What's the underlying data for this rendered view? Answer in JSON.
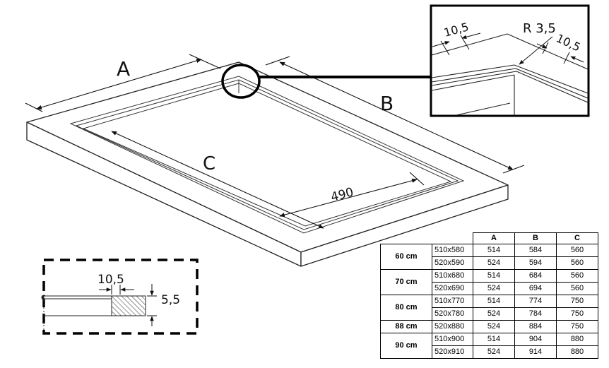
{
  "labels": {
    "A": "A",
    "B": "B",
    "C": "C",
    "inner_dim": "490",
    "detail_left": "10,5",
    "detail_radius": "R 3,5",
    "detail_right": "10,5",
    "section_width": "10,5",
    "section_height": "5,5"
  },
  "table": {
    "headers": [
      "A",
      "B",
      "C"
    ],
    "groups": [
      {
        "width": "60 cm",
        "rows": [
          {
            "size": "510x580",
            "A": "514",
            "B": "584",
            "C": "560"
          },
          {
            "size": "520x590",
            "A": "524",
            "B": "594",
            "C": "560"
          }
        ]
      },
      {
        "width": "70 cm",
        "rows": [
          {
            "size": "510x680",
            "A": "514",
            "B": "684",
            "C": "560"
          },
          {
            "size": "520x690",
            "A": "524",
            "B": "694",
            "C": "560"
          }
        ]
      },
      {
        "width": "80 cm",
        "rows": [
          {
            "size": "510x770",
            "A": "514",
            "B": "774",
            "C": "750"
          },
          {
            "size": "520x780",
            "A": "524",
            "B": "784",
            "C": "750"
          }
        ]
      },
      {
        "width": "88 cm",
        "rows": [
          {
            "size": "520x880",
            "A": "524",
            "B": "884",
            "C": "750"
          }
        ]
      },
      {
        "width": "90 cm",
        "rows": [
          {
            "size": "510x900",
            "A": "514",
            "B": "904",
            "C": "880"
          },
          {
            "size": "520x910",
            "A": "524",
            "B": "914",
            "C": "880"
          }
        ]
      }
    ]
  }
}
